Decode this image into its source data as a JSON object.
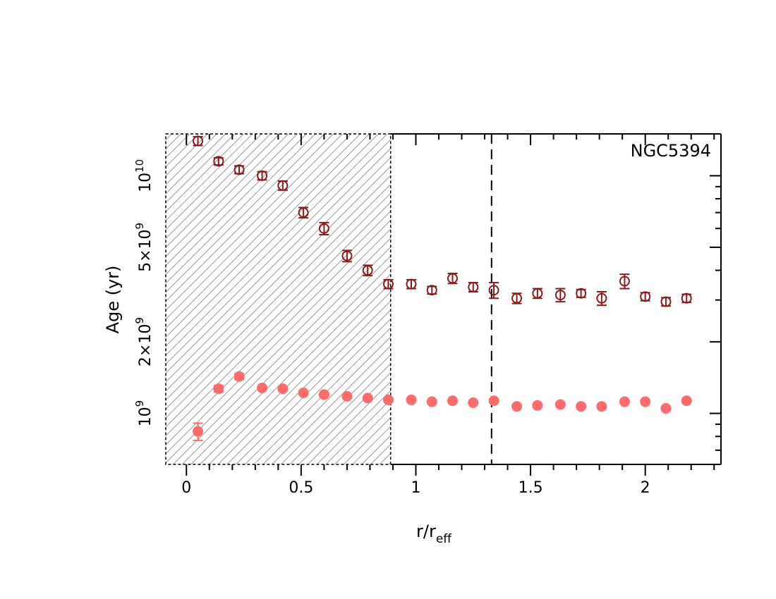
{
  "chart_data": {
    "type": "scatter",
    "annotation": "NGC5394",
    "xlabel": {
      "main": "r/r",
      "sub": "eff"
    },
    "ylabel": "Age (yr)",
    "x_ticks": [
      "0",
      "0.5",
      "1",
      "1.5",
      "2"
    ],
    "y_ticks": [
      {
        "base": "10",
        "exp": "9"
      },
      {
        "base": "2×10",
        "exp": "9"
      },
      {
        "base": "5×10",
        "exp": "9"
      },
      {
        "base": "10",
        "exp": "10"
      }
    ],
    "xlim": [
      -0.09,
      2.33
    ],
    "ylim": [
      610000000.0,
      15000000000.0
    ],
    "y_scale": "log",
    "shaded_region_x": [
      -0.09,
      0.89
    ],
    "vertical_line_x": 1.33,
    "colors": {
      "series_dark": "#8b1a1a",
      "series_light": "#ff6b6b",
      "hatch": "#999999"
    },
    "series": [
      {
        "marker": "open-circle",
        "color": "#8b1a1a",
        "points": [
          {
            "x": 0.05,
            "y": 14000000000.0,
            "err": 600000000.0
          },
          {
            "x": 0.14,
            "y": 11500000000.0,
            "err": 400000000.0
          },
          {
            "x": 0.23,
            "y": 10600000000.0,
            "err": 400000000.0
          },
          {
            "x": 0.33,
            "y": 10000000000.0,
            "err": 400000000.0
          },
          {
            "x": 0.42,
            "y": 9100000000.0,
            "err": 400000000.0
          },
          {
            "x": 0.51,
            "y": 7000000000.0,
            "err": 350000000.0
          },
          {
            "x": 0.6,
            "y": 6000000000.0,
            "err": 350000000.0
          },
          {
            "x": 0.7,
            "y": 4600000000.0,
            "err": 250000000.0
          },
          {
            "x": 0.79,
            "y": 4000000000.0,
            "err": 200000000.0
          },
          {
            "x": 0.88,
            "y": 3500000000.0,
            "err": 150000000.0
          },
          {
            "x": 0.98,
            "y": 3500000000.0,
            "err": 150000000.0
          },
          {
            "x": 1.07,
            "y": 3300000000.0,
            "err": 120000000.0
          },
          {
            "x": 1.16,
            "y": 3700000000.0,
            "err": 180000000.0
          },
          {
            "x": 1.25,
            "y": 3400000000.0,
            "err": 150000000.0
          },
          {
            "x": 1.34,
            "y": 3300000000.0,
            "err": 250000000.0
          },
          {
            "x": 1.44,
            "y": 3050000000.0,
            "err": 150000000.0
          },
          {
            "x": 1.53,
            "y": 3200000000.0,
            "err": 150000000.0
          },
          {
            "x": 1.63,
            "y": 3150000000.0,
            "err": 200000000.0
          },
          {
            "x": 1.72,
            "y": 3200000000.0,
            "err": 120000000.0
          },
          {
            "x": 1.81,
            "y": 3050000000.0,
            "err": 200000000.0
          },
          {
            "x": 1.91,
            "y": 3600000000.0,
            "err": 250000000.0
          },
          {
            "x": 2.0,
            "y": 3100000000.0,
            "err": 120000000.0
          },
          {
            "x": 2.09,
            "y": 2950000000.0,
            "err": 120000000.0
          },
          {
            "x": 2.18,
            "y": 3050000000.0,
            "err": 120000000.0
          }
        ]
      },
      {
        "marker": "filled-circle",
        "color": "#ff6b6b",
        "points": [
          {
            "x": 0.05,
            "y": 840000000.0,
            "err": 70000000.0
          },
          {
            "x": 0.14,
            "y": 1270000000.0,
            "err": 40000000.0
          },
          {
            "x": 0.23,
            "y": 1430000000.0,
            "err": 40000000.0
          },
          {
            "x": 0.33,
            "y": 1280000000.0,
            "err": 0
          },
          {
            "x": 0.42,
            "y": 1270000000.0,
            "err": 0
          },
          {
            "x": 0.51,
            "y": 1220000000.0,
            "err": 0
          },
          {
            "x": 0.6,
            "y": 1200000000.0,
            "err": 0
          },
          {
            "x": 0.7,
            "y": 1180000000.0,
            "err": 0
          },
          {
            "x": 0.79,
            "y": 1160000000.0,
            "err": 0
          },
          {
            "x": 0.88,
            "y": 1140000000.0,
            "err": 0
          },
          {
            "x": 0.98,
            "y": 1140000000.0,
            "err": 0
          },
          {
            "x": 1.07,
            "y": 1120000000.0,
            "err": 0
          },
          {
            "x": 1.16,
            "y": 1130000000.0,
            "err": 0
          },
          {
            "x": 1.25,
            "y": 1110000000.0,
            "err": 0
          },
          {
            "x": 1.34,
            "y": 1130000000.0,
            "err": 0
          },
          {
            "x": 1.44,
            "y": 1070000000.0,
            "err": 0
          },
          {
            "x": 1.53,
            "y": 1080000000.0,
            "err": 0
          },
          {
            "x": 1.63,
            "y": 1090000000.0,
            "err": 0
          },
          {
            "x": 1.72,
            "y": 1070000000.0,
            "err": 0
          },
          {
            "x": 1.81,
            "y": 1070000000.0,
            "err": 0
          },
          {
            "x": 1.91,
            "y": 1120000000.0,
            "err": 0
          },
          {
            "x": 2.0,
            "y": 1120000000.0,
            "err": 0
          },
          {
            "x": 2.09,
            "y": 1050000000.0,
            "err": 0
          },
          {
            "x": 2.18,
            "y": 1130000000.0,
            "err": 0
          }
        ]
      }
    ]
  }
}
